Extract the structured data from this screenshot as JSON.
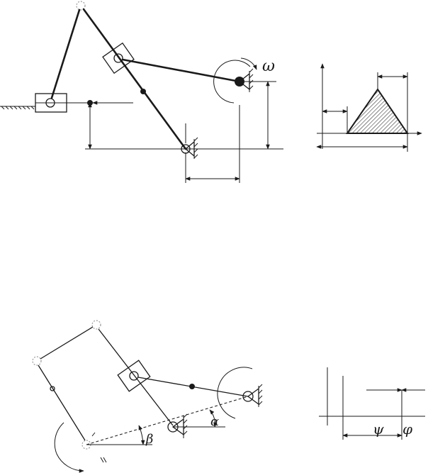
{
  "diagram": {
    "labels": {
      "omega": "ω",
      "alpha": "α",
      "beta": "β",
      "psi": "ψ",
      "phi": "φ"
    }
  }
}
